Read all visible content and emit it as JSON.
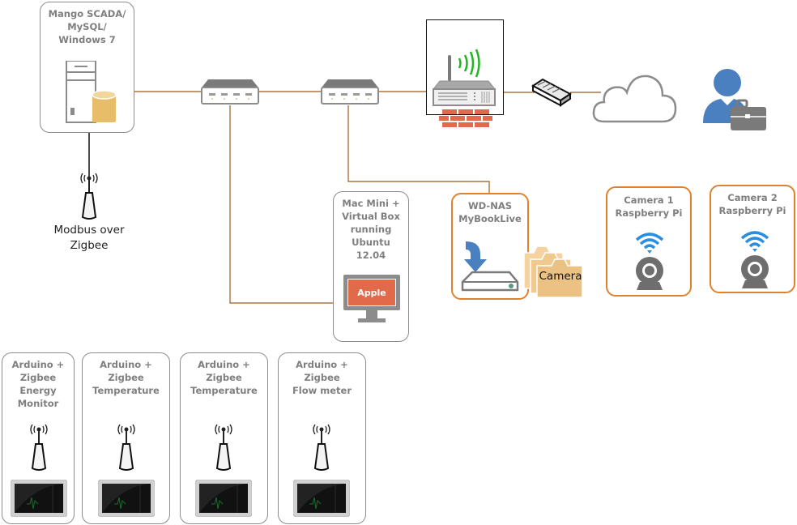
{
  "diagram": {
    "server": {
      "label": "Mango SCADA/\nMySQL/\nWindows 7"
    },
    "zigbee_coordinator": {
      "label": "Modbus over\nZigbee"
    },
    "mac_mini": {
      "label": "Mac Mini +\nVirtual Box\nrunning\nUbuntu\n12.04",
      "screen_text": "Apple"
    },
    "nas": {
      "label": "WD-NAS\nMyBookLive",
      "folder_text": "Camera"
    },
    "cameras": [
      {
        "label": "Camera 1\nRaspberry Pi"
      },
      {
        "label": "Camera 2\nRaspberry Pi"
      }
    ],
    "sensor_nodes": [
      {
        "label": "Arduino +\nZigbee\nEnergy\nMonitor"
      },
      {
        "label": "Arduino +\nZigbee\nTemperature"
      },
      {
        "label": "Arduino +\nZigbee\nTemperature"
      },
      {
        "label": "Arduino +\nZigbee\nFlow meter"
      }
    ],
    "colors": {
      "wire": "#9c5a1e",
      "accent_orange": "#e0812d",
      "box_gray": "#8c8c8c",
      "label_gray": "#7f7f7f",
      "user_blue": "#4a7fc0",
      "wifi_green": "#22b522",
      "wifi_blue": "#2a8fe0",
      "firewall_red": "#e06a4a",
      "db_gold": "#e8bd6a"
    }
  }
}
